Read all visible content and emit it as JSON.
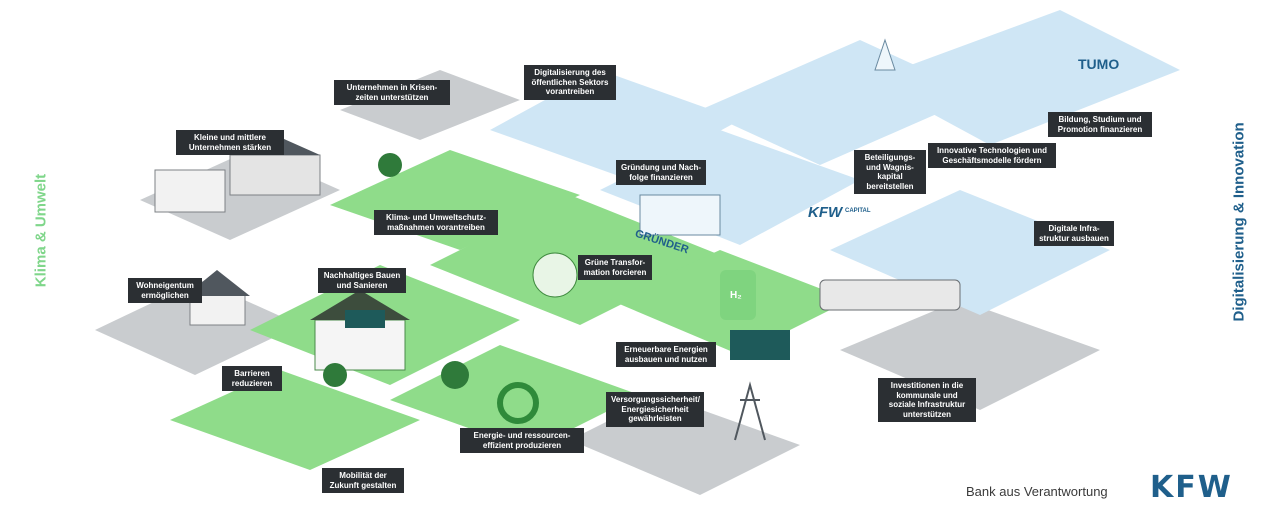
{
  "side_labels": {
    "left": "Klima & Umwelt",
    "right": "Digitalisierung & Innovation"
  },
  "footer": {
    "tagline": "Bank aus Verantwortung",
    "logo": "KFW"
  },
  "signs": {
    "gruender": "GRÜNDER",
    "kfw_capital": "KFW",
    "capital": "CAPITAL",
    "tumo": "TUMO",
    "h2": "H₂"
  },
  "labels": [
    {
      "id": "krisen",
      "text": "Unternehmen in Krisen-\nzeiten unterstützen"
    },
    {
      "id": "kmu",
      "text": "Kleine und mittlere\nUnternehmen stärken"
    },
    {
      "id": "klimaschutz",
      "text": "Klima- und Umweltschutz-\nmaßnahmen vorantreiben"
    },
    {
      "id": "bauen",
      "text": "Nachhaltiges Bauen\nund Sanieren"
    },
    {
      "id": "wohneigentum",
      "text": "Wohneigentum\nermöglichen"
    },
    {
      "id": "barrieren",
      "text": "Barrieren\nreduzieren"
    },
    {
      "id": "mobilitaet",
      "text": "Mobilität der\nZukunft gestalten"
    },
    {
      "id": "effizienz",
      "text": "Energie- und ressourcen-\neffizient produzieren"
    },
    {
      "id": "versorgung",
      "text": "Versorgungssicherheit/\nEnergiesicherheit\ngewährleisten"
    },
    {
      "id": "erneuerbar",
      "text": "Erneuerbare Energien\nausbauen und nutzen"
    },
    {
      "id": "gruene-transformation",
      "text": "Grüne Transfor-\nmation forcieren"
    },
    {
      "id": "digital-sektor",
      "text": "Digitalisierung des\nöffentlichen Sektors\nvorantreiben"
    },
    {
      "id": "gruendung",
      "text": "Gründung und Nach-\nfolge finanzieren"
    },
    {
      "id": "beteiligung",
      "text": "Beteiligungs-\nund Wagnis-\nkapital\nbereitstellen"
    },
    {
      "id": "innovation",
      "text": "Innovative Technologien und\nGeschäftsmodelle fördern"
    },
    {
      "id": "bildung",
      "text": "Bildung, Studium und\nPromotion finanzieren"
    },
    {
      "id": "infrastruktur-digital",
      "text": "Digitale Infra-\nstruktur ausbauen"
    },
    {
      "id": "infrastruktur-kommunal",
      "text": "Investitionen in die\nkommunale und\nsoziale Infrastruktur\nunterstützen"
    }
  ]
}
